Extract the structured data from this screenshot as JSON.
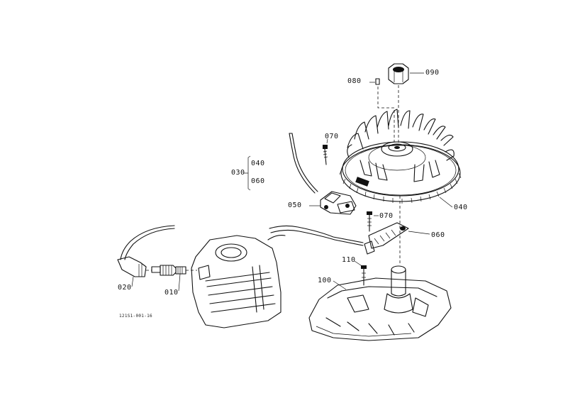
{
  "labels": {
    "p010": "010",
    "p020": "020",
    "p030": "030",
    "p040_group": "040",
    "p060_group": "060",
    "p040": "040",
    "p050": "050",
    "p060": "060",
    "p070_top": "070",
    "p070_mid": "070",
    "p080": "080",
    "p090": "090",
    "p100": "100",
    "p110": "110"
  },
  "figure_code": "121S1-001-16",
  "colors": {
    "ink": "#111111",
    "paper": "#ffffff"
  }
}
